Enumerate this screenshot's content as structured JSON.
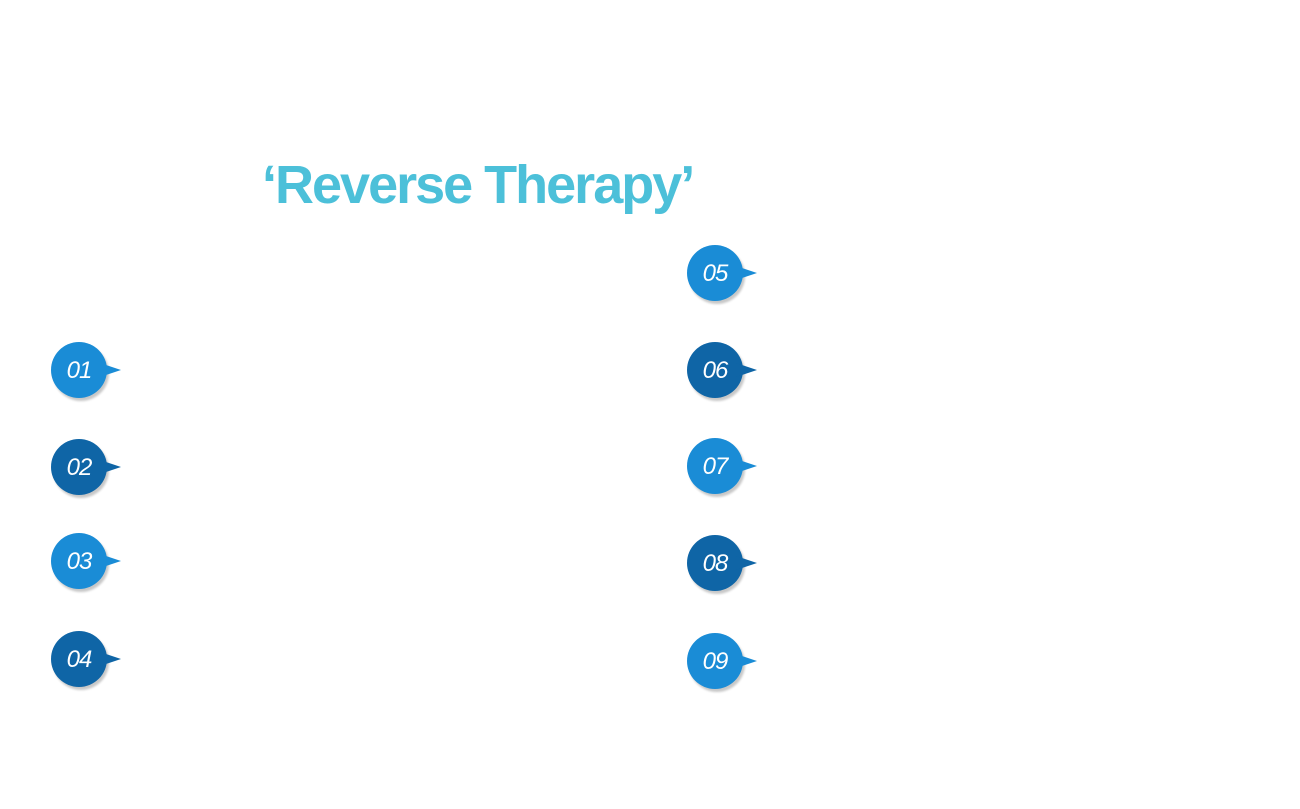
{
  "title": {
    "text": "‘Reverse Therapy’",
    "color": "#4cc0d9"
  },
  "colors": {
    "badge_light": "#1a8cd6",
    "badge_dark": "#0f65a6"
  },
  "badges": [
    {
      "label": "01",
      "shade": "badge_light"
    },
    {
      "label": "02",
      "shade": "badge_dark"
    },
    {
      "label": "03",
      "shade": "badge_light"
    },
    {
      "label": "04",
      "shade": "badge_dark"
    },
    {
      "label": "05",
      "shade": "badge_light"
    },
    {
      "label": "06",
      "shade": "badge_dark"
    },
    {
      "label": "07",
      "shade": "badge_light"
    },
    {
      "label": "08",
      "shade": "badge_dark"
    },
    {
      "label": "09",
      "shade": "badge_light"
    }
  ]
}
